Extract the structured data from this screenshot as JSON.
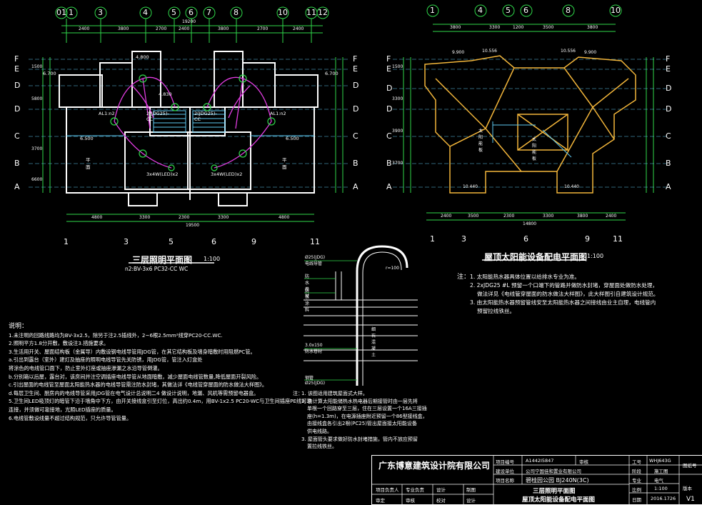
{
  "left_plan": {
    "title": "三层照明平面图",
    "scale": "1:100",
    "subtitle": "n2:BV-3x6 PC32-CC WC",
    "top_axes": [
      "01",
      "1",
      "3",
      "4",
      "5",
      "6",
      "7",
      "8",
      "10",
      "11",
      "12"
    ],
    "bottom_axes": [
      "1",
      "3",
      "5",
      "6",
      "9",
      "11"
    ],
    "left_axes": [
      "F",
      "E",
      "D",
      "D",
      "C",
      "B",
      "A"
    ],
    "right_axes": [
      "F",
      "E",
      "D",
      "D",
      "C",
      "B",
      "A"
    ],
    "top_dims": [
      "2400",
      "3800",
      "2700",
      "2400",
      "3800",
      "2700",
      "2400"
    ],
    "total_top": "19200",
    "bottom_dims": [
      "4800",
      "3300",
      "2300",
      "3300",
      "4800"
    ],
    "total_bottom": "19500",
    "left_dims": [
      "1500",
      "5800",
      "3700",
      "6600"
    ],
    "labels": {
      "al1": "AL1:n2",
      "al1b": "AL1:n2",
      "box1": "2(JDG25)-CC",
      "box2": "2(JDG25)-CC",
      "room1": "平面",
      "room2": "平面",
      "led1": "3x4W(LED)x2",
      "led2": "3x4W(LED)x2",
      "lvl1": "6.700",
      "lvl2": "6.500",
      "lvl3": "4.800",
      "lvl4": "4.830",
      "lvl5": "6.500",
      "lvl6": "6.700"
    }
  },
  "right_plan": {
    "title": "屋顶太阳能设备配电平面图",
    "scale": "1:100",
    "top_axes": [
      "1",
      "4",
      "5",
      "6",
      "8",
      "10"
    ],
    "bottom_axes": [
      "1",
      "3",
      "6",
      "9",
      "11"
    ],
    "left_axes": [
      "F",
      "E",
      "D",
      "D",
      "C",
      "B",
      "A"
    ],
    "right_axes": [
      "F",
      "E",
      "D",
      "D",
      "C",
      "B",
      "A"
    ],
    "top_dims": [
      "3800",
      "3300",
      "1200",
      "3500",
      "3800"
    ],
    "bottom_dims": [
      "2400",
      "3500",
      "2300",
      "3300",
      "3800",
      "2400"
    ],
    "total_bottom": "14800",
    "left_dims": [
      "1500",
      "3300",
      "3900",
      "3700"
    ],
    "labels": {
      "h1": "9.900",
      "h2": "10.556",
      "h3": "9.900",
      "h4": "10.556",
      "h5": "10.440",
      "h6": "10.440",
      "pv1": "太阳能板",
      "pv2": "太阳能板"
    }
  },
  "right_notes": {
    "label": "注：",
    "lines": [
      "1. 太阳能热水器具体位置以给排水专业为准。",
      "2. 2xJDG25 #L 预留一个口端下的管路并做防水封堵，穿屋面处做防水处理，",
      "做法详见《电线管穿屋面的防水做法大样图》，此大样图引自建筑设计规范。",
      "3. 由太阳能热水器预留管线安至太阳能热水器之间接线由业主自理，电线管内",
      "预留拉线铁丝。"
    ]
  },
  "left_notes": {
    "heading": "说明：",
    "lines": [
      "1.未注明的回路线路均为BV-3x2.5，除另于注2.5插线外，2~6根2.5mm²线穿PC20-CC.WC.",
      "2.照明平方1.8分开敷，敷设注3.措施要求。",
      "3.生活用开关、屋面结构板（金属导）内敷设钢电线导管用JDG管，在其它结构板及墙身暗敷时用阻燃PC管。",
      "a.引出到露台（室外）建灯及抽座的照明电线导管先关防锈，用JDG管，管注入灯盒处",
      "将涂色的电线管口面下，防止室外灯座或抽座渗漏之水沿导管倒灌。",
      "b.分别箱以后屋，露台对，该房间并注空调插座电线导管从地面暗敷，减少屋面电线管数量,降低屋面开裂风险。",
      "c.引出屋面的电线管至屋面太阳能热水器的电线导管需注防水封堵，其做法详《电线管穿屋面的防水做法大样图》。",
      "d.每层卫生间、厨房内的电线导管采用JDG管在电气设计总说明二4 做设计说明，地漏、风机等需预留电器盒。",
      "5.卫生间LED吸顶灯的暗管下沿于墙角中下方，由开关接线盒引至灯位，高出约0.4m，用BV-1x2.5 PC20-WC与卫生间插座PE线可靠",
      "连接，并须做可靠接地，光照LED插座的质量。",
      "6.电线管敷设线量不超过结构规范，只允许导管管量。"
    ]
  },
  "detail": {
    "label_top": "Ø25(JDG)电线导管",
    "label_r": "r=100",
    "label_a": "防水卷材",
    "label_b": "防水涂料",
    "label_c": "3.0x150防水卷材",
    "label_d": "钢管Ø25(JDG)",
    "label_e": "细石混凝土",
    "notes_label": "注：",
    "notes": [
      "1. 该图适用建筑屋面式大样。",
      "2. 由计算太阳能储热水热电器后期接管时由一层先将",
      "单根一个回路穿至三层，住在三层设置一个16A三接插",
      "座(h=1.3m)，在电源插座附近预留一个86型接线盒，",
      "由接线盒各引出2根(PC25)管出屋面接太阳能设备",
      "供电线路。",
      "3. 屋面管头要求做好防水封堵措施，管内不放应预留",
      "置拉线铁丝。"
    ]
  },
  "title_block": {
    "company": "广东博意建筑设计院有限公司",
    "project_no_label": "项目编号",
    "project_no": "A1442I5847",
    "review_label": "审核",
    "client_label": "建设单位",
    "client": "公司宁国佳和置业有限公司",
    "project_label": "项目名称",
    "project": "碧桂园公园 BJ240N(3C)",
    "rows": [
      "项目负责人",
      "专业负责",
      "设计",
      "制图"
    ],
    "rows2": [
      "审定",
      "审核",
      "校对",
      "设计"
    ],
    "drawing_title1": "三层照明平面图",
    "drawing_title2": "屋顶太阳能设备配电平面图",
    "drawing_no_label": "工号",
    "drawing_no": "WHJ643G",
    "phase_label": "阶段",
    "phase": "施工图",
    "discipline_label": "专业",
    "discipline": "电气",
    "scale_label": "比例",
    "scale": "1:100",
    "date_label": "日期",
    "date": "2016.1726",
    "sheet_label": "版本",
    "sheet": "V1",
    "extra_label": "图纸号"
  },
  "colors": {
    "wall": "#ffffff",
    "axis": "#5ec8f0",
    "dim": "#2fd84a",
    "wire": "#e03ce0",
    "roof": "#f2b53a",
    "text": "#ffffff"
  }
}
